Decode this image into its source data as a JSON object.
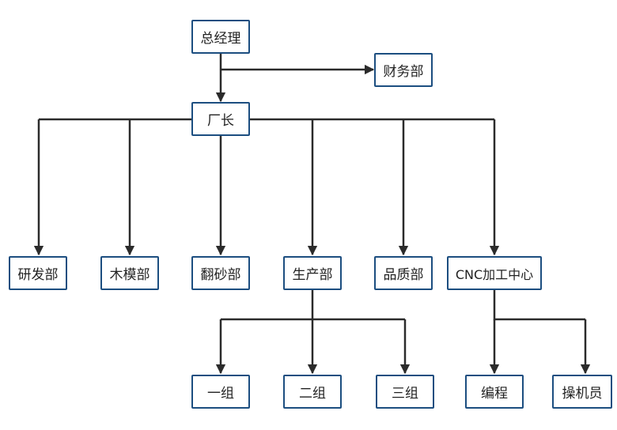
{
  "colors": {
    "border": "#1c4e80",
    "line": "#2b2b2b",
    "text": "#222222"
  },
  "nodes": {
    "gm": "总经理",
    "finance": "财务部",
    "factory": "厂长",
    "rd": "研发部",
    "pattern": "木模部",
    "casting": "翻砂部",
    "production": "生产部",
    "quality": "品质部",
    "cnc": "CNC加工中心",
    "group1": "一组",
    "group2": "二组",
    "group3": "三组",
    "programming": "编程",
    "operator": "操机员"
  }
}
